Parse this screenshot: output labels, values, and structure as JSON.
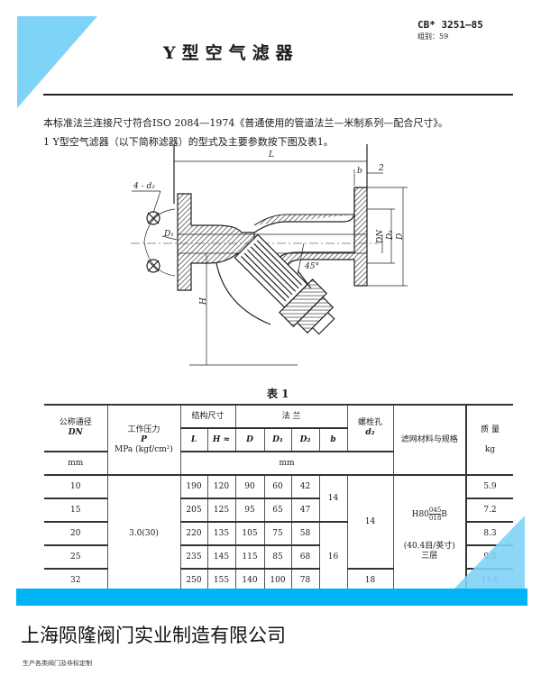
{
  "header": {
    "title": "Y型空气滤器",
    "standard_no": "CB* 3251—85",
    "group": "组别：59"
  },
  "intro": {
    "line1": "本标准法兰连接尺寸符合ISO 2084—1974《普通使用的管道法兰—米制系列—配合尺寸》。",
    "line2": "1  Y型空气滤器（以下简称滤器）的型式及主要参数按下图及表1。"
  },
  "drawing": {
    "labels": {
      "L": "L",
      "b": "b",
      "two": "2",
      "bolt": "4 - d₂",
      "D1": "D₁",
      "DN": "DN",
      "D2": "D₂",
      "D": "D",
      "H": "H",
      "angle": "45°"
    }
  },
  "table": {
    "caption": "表 1",
    "headers": {
      "dn": "公称通径",
      "dn_sym": "DN",
      "dn_unit": "mm",
      "p": "工作压力",
      "p_sym": "P",
      "p_unit": "MPa (kgf/cm²)",
      "struct": "结构尺寸",
      "flange": "法    兰",
      "L": "L",
      "H": "H ≈",
      "D": "D",
      "D1": "D₁",
      "D2": "D₂",
      "b": "b",
      "bolt": "螺栓孔",
      "bolt_sym": "d₂",
      "mm": "mm",
      "filter": "滤网材料与规格",
      "mass": "质  量",
      "mass_unit": "kg"
    },
    "pressure": "3.0(30)",
    "b_values": [
      "14",
      "16"
    ],
    "d2_values": [
      "14",
      "18"
    ],
    "filter": {
      "prefix": "H80",
      "num": "045",
      "den": "018",
      "suffix": "B",
      "mesh": "(40.4目/英寸)",
      "layers": "三层"
    },
    "rows": [
      {
        "dn": "10",
        "L": "190",
        "H": "120",
        "D": "90",
        "D1": "60",
        "D2": "42",
        "kg": "5.9"
      },
      {
        "dn": "15",
        "L": "205",
        "H": "125",
        "D": "95",
        "D1": "65",
        "D2": "47",
        "kg": "7.2"
      },
      {
        "dn": "20",
        "L": "220",
        "H": "135",
        "D": "105",
        "D1": "75",
        "D2": "58",
        "kg": "8.3"
      },
      {
        "dn": "25",
        "L": "235",
        "H": "145",
        "D": "115",
        "D1": "85",
        "D2": "68",
        "kg": "9.8"
      },
      {
        "dn": "32",
        "L": "250",
        "H": "155",
        "D": "140",
        "D1": "100",
        "D2": "78",
        "kg": "11.6"
      }
    ]
  },
  "footer": {
    "company": "上海陨隆阀门实业制造有限公司",
    "slogan": "生产各类阀门及非标定制"
  },
  "colors": {
    "accent": "#00b4f5",
    "triangle": "#7fd3f7"
  }
}
